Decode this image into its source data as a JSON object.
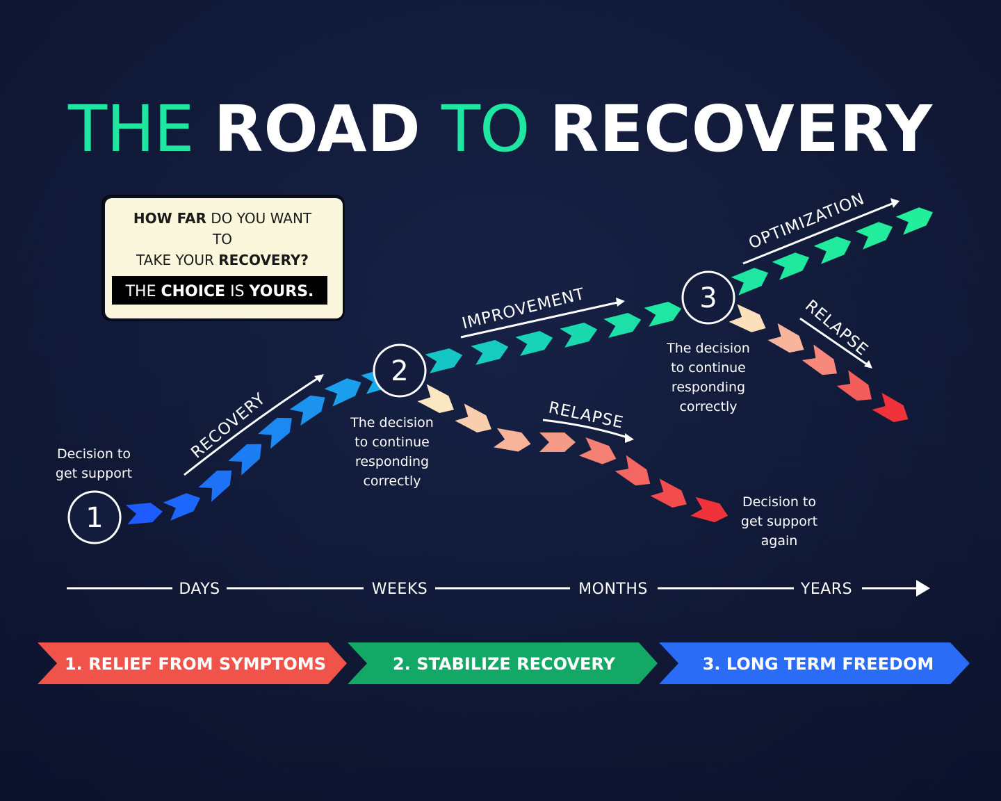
{
  "title": {
    "part1": "THE",
    "part2": "ROAD",
    "part3": "TO",
    "part4": "RECOVERY"
  },
  "colors": {
    "background": "#131c3d",
    "accent_green": "#1fe6a0",
    "recovery_blue": "#1f5cff",
    "relapse_red": "#f0323a",
    "relapse_light": "#fbe8c2",
    "box_bg": "#fbf7dc",
    "phase1": "#f0534a",
    "phase2": "#13a866",
    "phase3": "#2a6cf5"
  },
  "question_box": {
    "line1_bold": "HOW FAR",
    "line1_rest": " DO YOU WANT",
    "line2": "TO",
    "line3_start": "TAKE YOUR ",
    "line3_bold": "RECOVERY?",
    "choice_1": "THE ",
    "choice_2": "CHOICE",
    "choice_3": " IS ",
    "choice_4": "YOURS."
  },
  "milestones": [
    {
      "number": "1",
      "note": [
        "Decision to",
        "get support"
      ]
    },
    {
      "number": "2",
      "note": [
        "The decision",
        "to continue",
        "responding",
        "correctly"
      ]
    },
    {
      "number": "3",
      "note": [
        "The decision",
        "to continue",
        "responding",
        "correctly"
      ]
    }
  ],
  "road_labels": {
    "recovery": "RECOVERY",
    "improvement": "IMPROVEMENT",
    "optimization": "OPTIMIZATION",
    "relapse_1": "RELAPSE",
    "relapse_2": "RELAPSE"
  },
  "relapse_end_note": [
    "Decision to",
    "get support",
    "again"
  ],
  "timeline": [
    "DAYS",
    "WEEKS",
    "MONTHS",
    "YEARS"
  ],
  "phases": [
    {
      "label": "1. RELIEF FROM SYMPTOMS"
    },
    {
      "label": "2. STABILIZE RECOVERY"
    },
    {
      "label": "3. LONG TERM FREEDOM"
    }
  ],
  "icons": [
    "arrow-right-icon"
  ]
}
